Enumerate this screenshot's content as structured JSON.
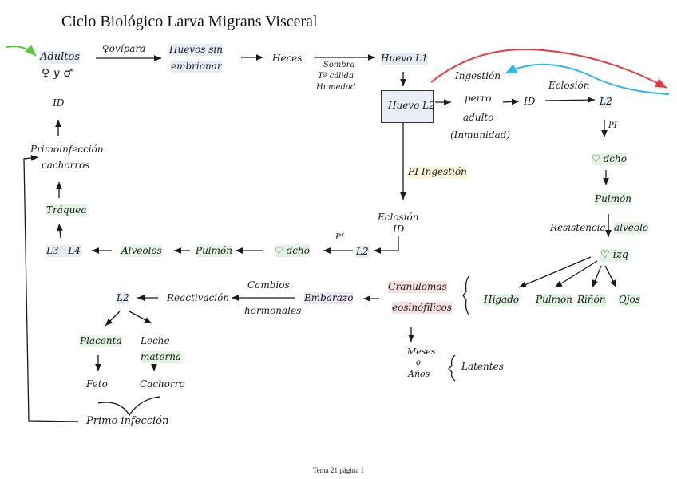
{
  "title": "Ciclo Biológico Larva Migrans Visceral",
  "footer": "Tema 21 página 1",
  "colors": {
    "red_arrow": "#e8383d",
    "blue_arrow": "#31b7ec",
    "green_arrow": "#55c93a",
    "box_fill": "#e9edf6"
  },
  "nodes": {
    "adultos": "Adultos",
    "sexes": "♀ y ♂",
    "id_top": "ID",
    "foviparo": "♀ovípara",
    "huevos_1": "Huevos sin",
    "huevos_2": "embrionar",
    "heces": "Heces",
    "cond_1": "Sombra",
    "cond_2": "Tª cálida",
    "cond_3": "Humedad",
    "huevo_l1": "Huevo L1",
    "huevo_l2": "Huevo L2",
    "ing_1": "Ingestión",
    "ing_2": "perro",
    "ing_3": "adulto",
    "ing_4": "(Inmunidad)",
    "id_right": "ID",
    "eclosion_top": "Eclosión",
    "l2_right": "L2",
    "pi_right": "PI",
    "corazon_dcho_right": "♡ dcho",
    "pulmon_right": "Pulmón",
    "resistencia": "Resistencia",
    "alveolo": "alveolo",
    "corazon_izq": "♡ izq",
    "higado": "Hígado",
    "pulmon_org": "Pulmón",
    "rinon": "Riñón",
    "ojos": "Ojos",
    "fi_ingestion": "FI Ingestión",
    "eclosion_mid": "Eclosión",
    "id_mid": "ID",
    "pi_mid": "PI",
    "l2_mid": "L2",
    "corazon_dcho_mid": "♡ dcho",
    "pulmon_mid": "Pulmón",
    "alveolos": "Alveolos",
    "l3_l4": "L3 - L4",
    "traquea": "Tráquea",
    "primo_1": "Primoinfección",
    "primo_2": "cachorros",
    "gran_1": "Granulomas",
    "gran_2": "eosinófilicos",
    "meses": "Meses",
    "o": "o",
    "anos": "Años",
    "latentes": "Latentes",
    "embarazo": "Embarazo",
    "cambios": "Cambios",
    "hormonales": "hormonales",
    "reactivacion": "Reactivación",
    "l2_low": "L2",
    "placenta": "Placenta",
    "leche_1": "Leche",
    "leche_2": "materna",
    "feto": "Feto",
    "cachorro": "Cachorro",
    "primo_bottom": "Primo infección"
  }
}
